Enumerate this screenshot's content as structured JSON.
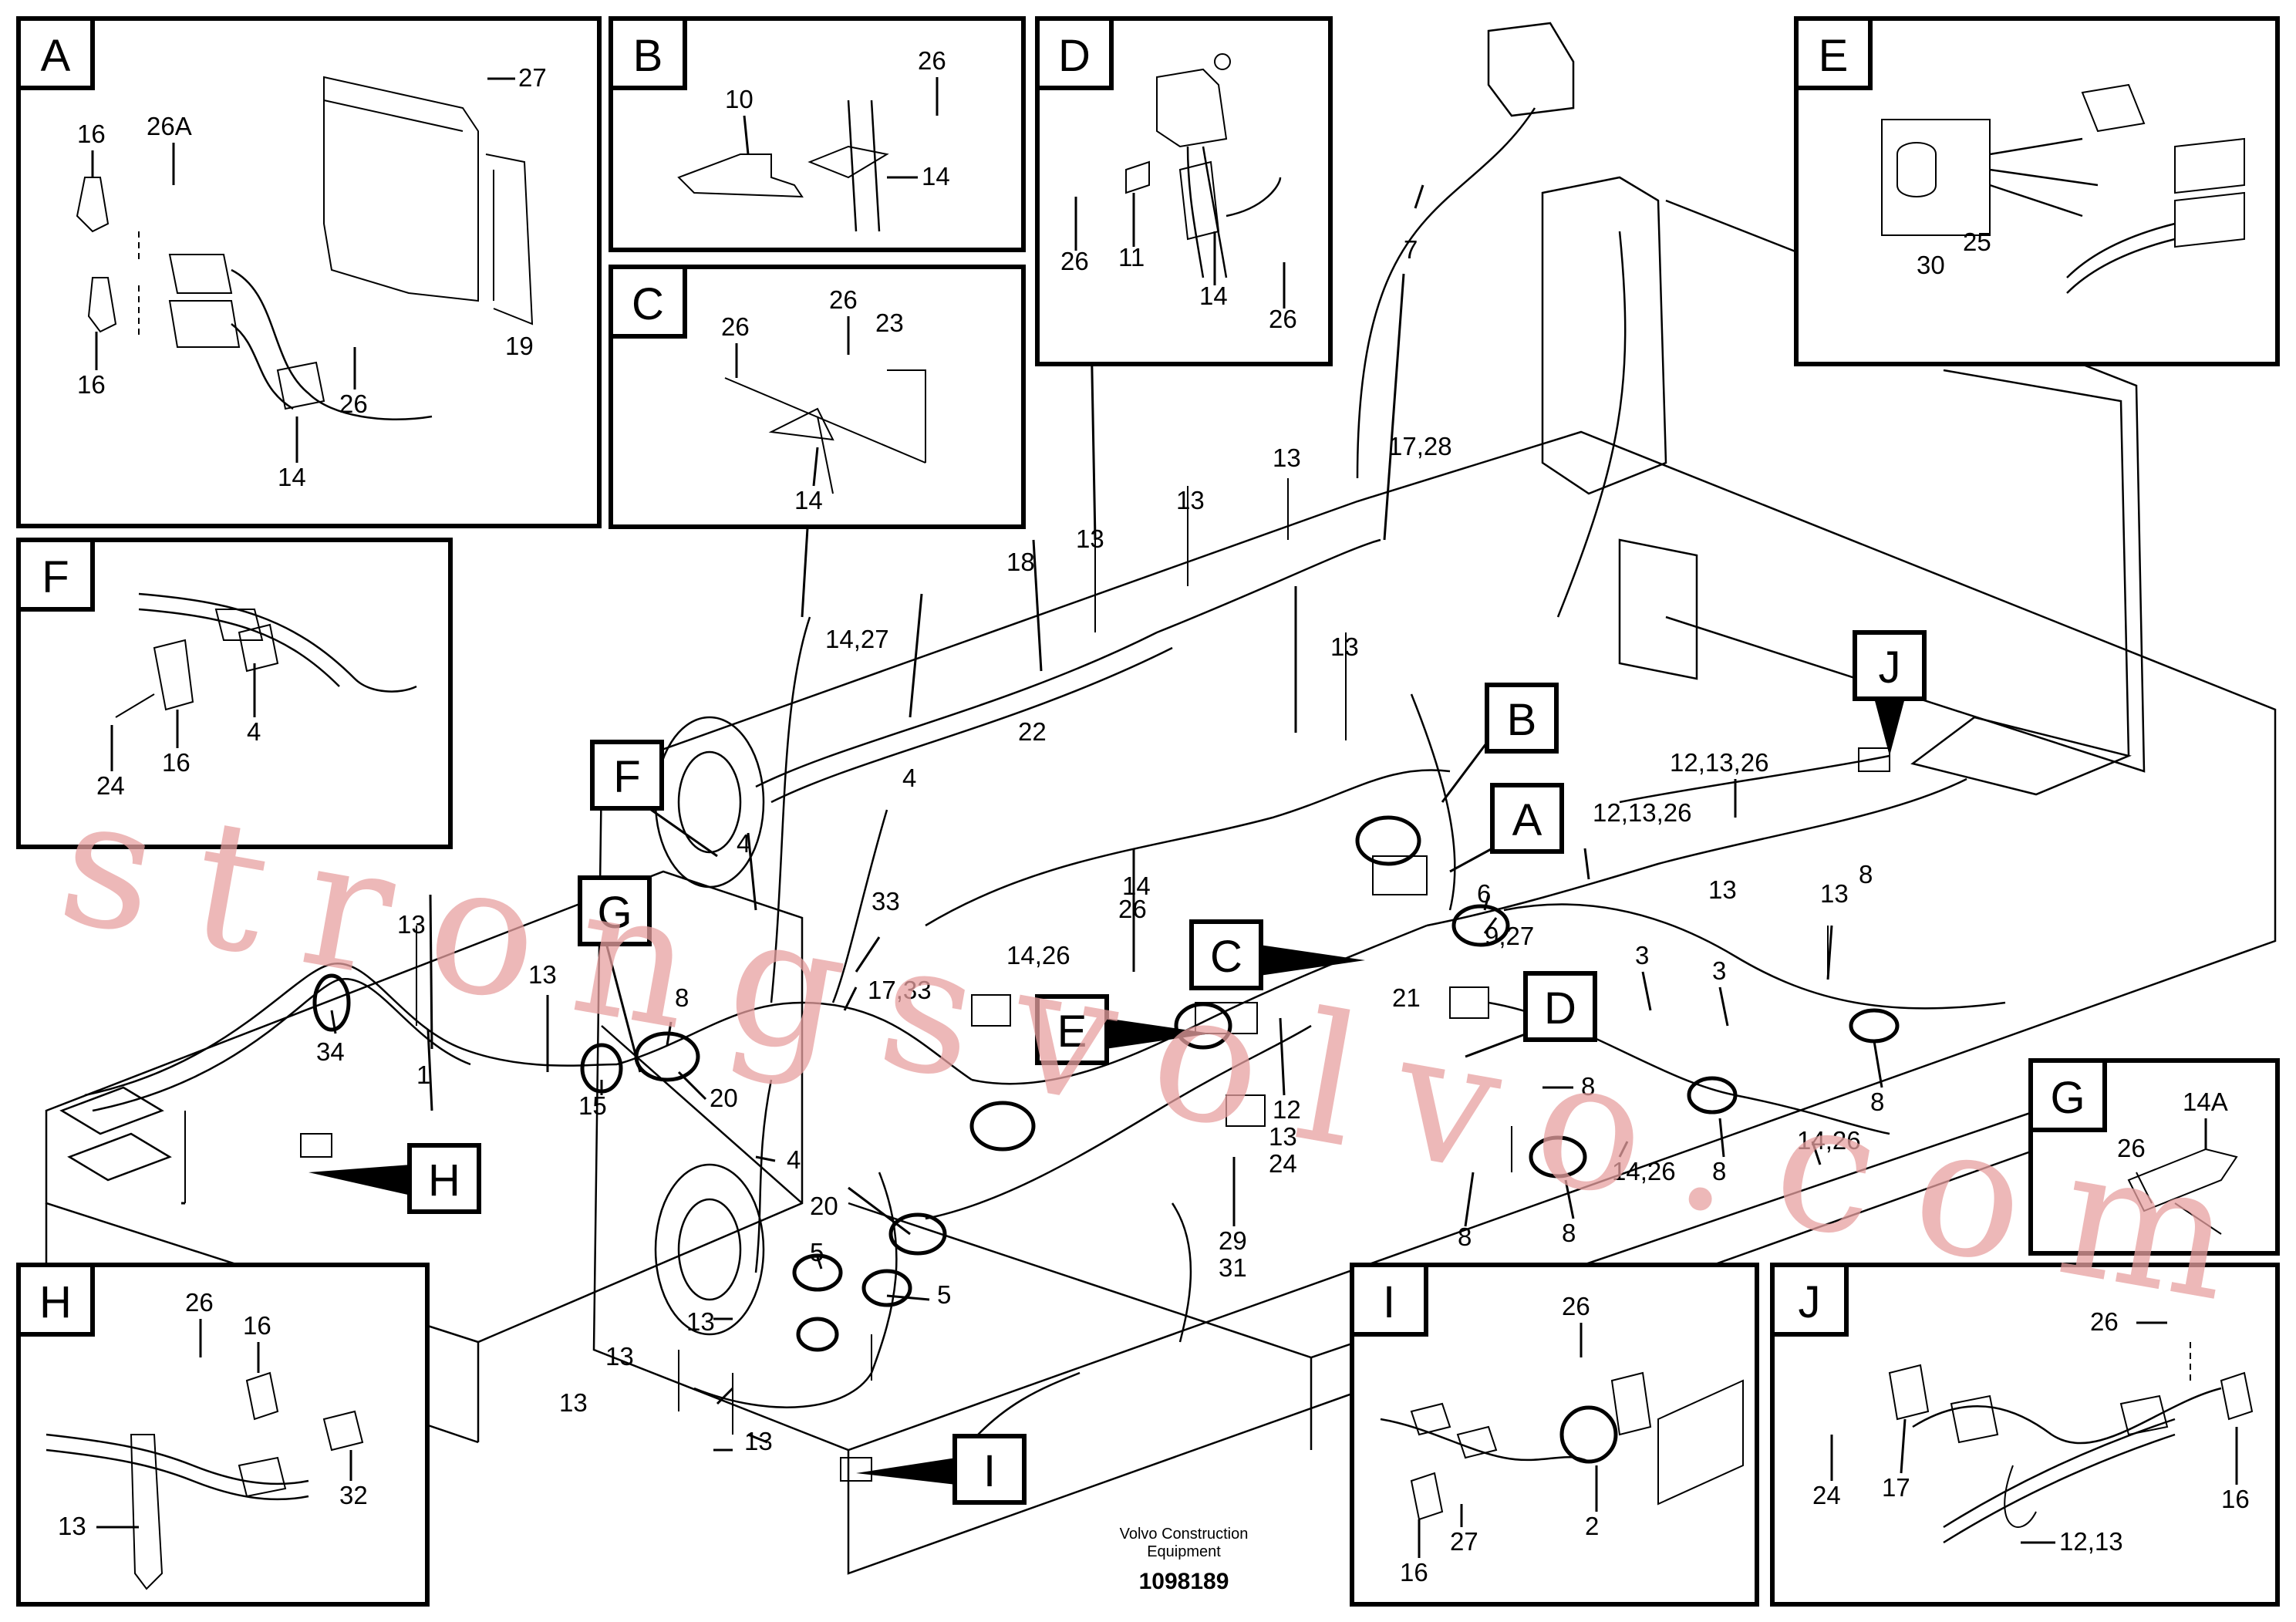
{
  "detail_boxes": [
    {
      "letter": "A",
      "labels": [
        "27",
        "16",
        "26A",
        "16",
        "26",
        "14",
        "19"
      ]
    },
    {
      "letter": "B",
      "labels": [
        "26",
        "10",
        "14"
      ]
    },
    {
      "letter": "C",
      "labels": [
        "26",
        "26",
        "23",
        "14"
      ]
    },
    {
      "letter": "D",
      "labels": [
        "26",
        "11",
        "14",
        "26"
      ]
    },
    {
      "letter": "E",
      "labels": [
        "30",
        "25"
      ]
    },
    {
      "letter": "F",
      "labels": [
        "24",
        "16",
        "4"
      ]
    },
    {
      "letter": "G",
      "labels": [
        "26",
        "14A"
      ]
    },
    {
      "letter": "H",
      "labels": [
        "26",
        "16",
        "13",
        "32"
      ]
    },
    {
      "letter": "I",
      "labels": [
        "26",
        "2",
        "16",
        "27"
      ]
    },
    {
      "letter": "J",
      "labels": [
        "26",
        "24",
        "17",
        "16",
        "12,13"
      ]
    }
  ],
  "callouts": [
    "B",
    "A",
    "F",
    "G",
    "C",
    "D",
    "E",
    "J",
    "H",
    "I"
  ],
  "main_labels": [
    "7",
    "17,28",
    "13",
    "13",
    "13",
    "18",
    "14,27",
    "22",
    "4",
    "4",
    "13",
    "13",
    "13",
    "1",
    "34",
    "15",
    "8",
    "20",
    "33",
    "17,33",
    "14,26",
    "14",
    "26",
    "4",
    "20",
    "5",
    "5",
    "13",
    "13",
    "13",
    "13",
    "6",
    "9,27",
    "21",
    "12",
    "13",
    "24",
    "29",
    "31",
    "3",
    "3",
    "8",
    "13",
    "8",
    "8",
    "8",
    "8",
    "14,26",
    "14,26",
    "12,13,26",
    "12,13,26",
    "13",
    "8"
  ],
  "footer": {
    "company_line1": "Volvo Construction",
    "company_line2": "Equipment",
    "drawing_number": "1098189"
  },
  "watermark": "strongsvolvo.com",
  "colors": {
    "line": "#000000",
    "background": "#ffffff",
    "watermark": "#e8a1a1"
  }
}
